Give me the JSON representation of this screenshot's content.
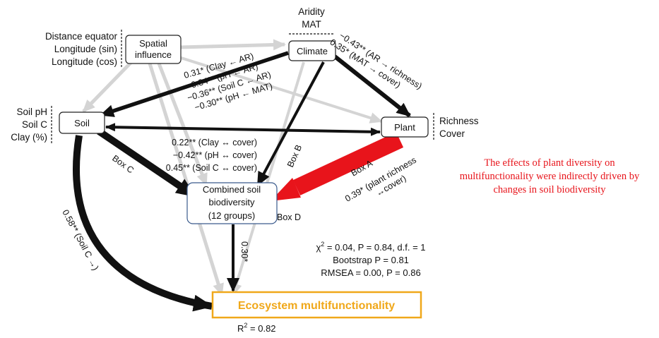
{
  "nodes": {
    "spatial": {
      "line1": "Spatial",
      "line2": "influence"
    },
    "climate": {
      "label": "Climate"
    },
    "soil": {
      "label": "Soil"
    },
    "plant": {
      "label": "Plant"
    },
    "combined": {
      "line1": "Combined soil",
      "line2": "biodiversity",
      "line3": "(12 groups)"
    },
    "emf": {
      "label": "Ecosystem multifunctionality"
    }
  },
  "side_labels": {
    "spatial": [
      "Distance equator",
      "Longitude (sin)",
      "Longitude (cos)"
    ],
    "climate": [
      "Aridity",
      "MAT"
    ],
    "soil": [
      "Soil pH",
      "Soil C",
      "Clay (%)"
    ],
    "plant": [
      "Richness",
      "Cover"
    ]
  },
  "coefficients": {
    "climate_soil": [
      "0.31* (Clay ← AR)",
      "0.34** (pH ← AR)",
      "−0.36** (Soil C ← AR)",
      "−0.30** (pH ← MAT)"
    ],
    "soil_plant": [
      "0.22** (Clay ↔ cover)",
      "−0.42** (pH ↔ cover)",
      "0.45** (Soil C ↔ cover)"
    ],
    "climate_plant": [
      "−0.43** (AR → richness)",
      "0.35* (MAT → cover)"
    ],
    "plant_combined": [
      "0.39* (plant richness",
      "↔cover)"
    ],
    "soil_emf": "0.58** (Soil C →)",
    "combined_emf": "0.30*"
  },
  "box_labels": {
    "a": "Box A",
    "b": "Box B",
    "c": "Box C",
    "d": "Box D"
  },
  "stats": {
    "chi_prefix": "χ",
    "chi_exp": "2",
    "chi_rest": " = 0.04, P = 0.84, d.f. = 1",
    "bootstrap": "Bootstrap P = 0.81",
    "rmsea": "RMSEA = 0.00, P = 0.86",
    "r2_prefix": "R",
    "r2_exp": "2",
    "r2_rest": " = 0.82"
  },
  "annotation": {
    "lines": [
      "The effects of plant diversity on",
      "multifunctionality were indirectly driven by",
      "changes in soil biodiversity"
    ],
    "color": "#e8141b"
  },
  "colors": {
    "path": "#111111",
    "grey_path": "#d4d4d4",
    "highlight_arrow": "#e8141b",
    "emf_border": "#f0a81a",
    "emf_text": "#f0a81a",
    "combined_border": "#3a5a8c"
  }
}
